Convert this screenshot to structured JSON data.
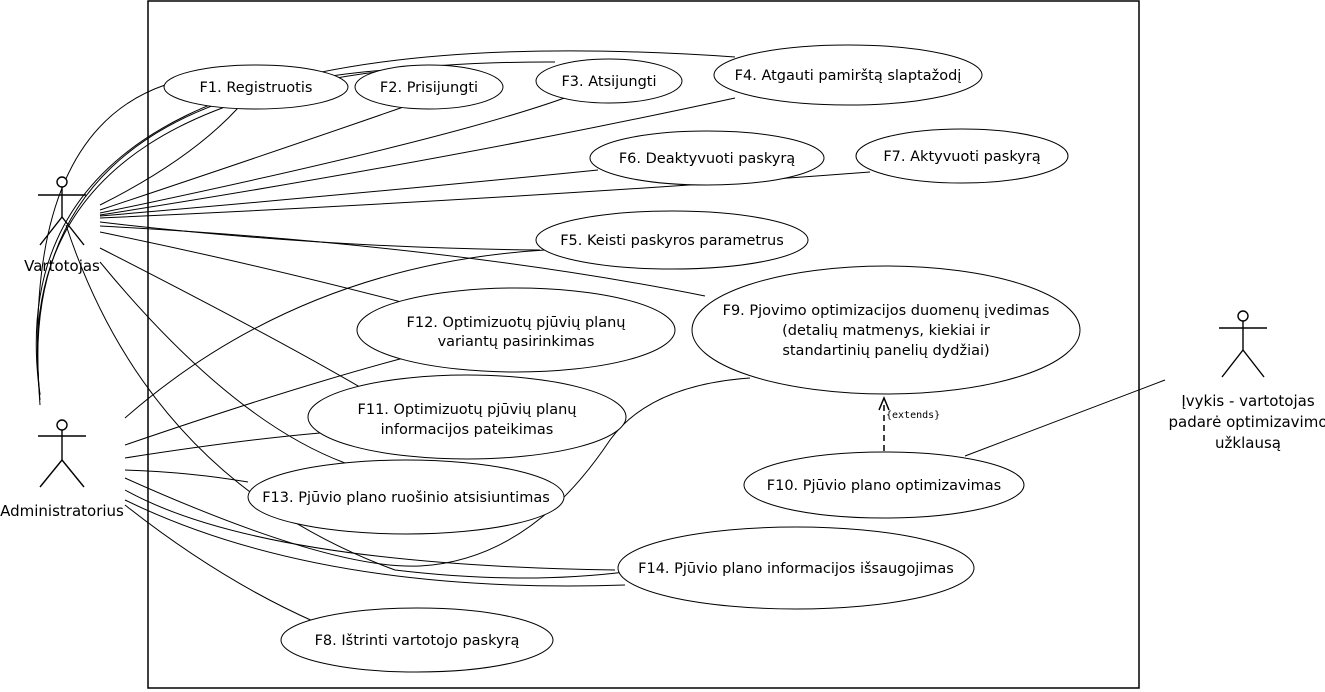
{
  "actors": {
    "user": {
      "label": "Vartotojas"
    },
    "admin": {
      "label": "Administratorius"
    },
    "event": {
      "label_lines": [
        "Įvykis - vartotojas",
        "padarė optimizavimo",
        "užklausą"
      ]
    }
  },
  "use_cases": {
    "f1": {
      "lines": [
        "F1. Registruotis"
      ]
    },
    "f2": {
      "lines": [
        "F2. Prisijungti"
      ]
    },
    "f3": {
      "lines": [
        "F3. Atsijungti"
      ]
    },
    "f4": {
      "lines": [
        "F4. Atgauti pamirštą slaptažodį"
      ]
    },
    "f5": {
      "lines": [
        "F5. Keisti paskyros parametrus"
      ]
    },
    "f6": {
      "lines": [
        "F6. Deaktyvuoti paskyrą"
      ]
    },
    "f7": {
      "lines": [
        "F7. Aktyvuoti paskyrą"
      ]
    },
    "f8": {
      "lines": [
        "F8. Ištrinti vartotojo paskyrą"
      ]
    },
    "f9": {
      "lines": [
        "F9. Pjovimo optimizacijos duomenų įvedimas",
        "(detalių matmenys, kiekiai ir",
        "standartinių panelių dydžiai)"
      ]
    },
    "f10": {
      "lines": [
        "F10. Pjūvio plano optimizavimas"
      ]
    },
    "f11": {
      "lines": [
        "F11. Optimizuotų pjūvių planų",
        "informacijos pateikimas"
      ]
    },
    "f12": {
      "lines": [
        "F12. Optimizuotų pjūvių planų",
        "variantų pasirinkimas"
      ]
    },
    "f13": {
      "lines": [
        "F13. Pjūvio plano ruošinio atsisiuntimas"
      ]
    },
    "f14": {
      "lines": [
        "F14. Pjūvio plano informacijos išsaugojimas"
      ]
    }
  },
  "relations": {
    "extends_label": "{extends}"
  }
}
